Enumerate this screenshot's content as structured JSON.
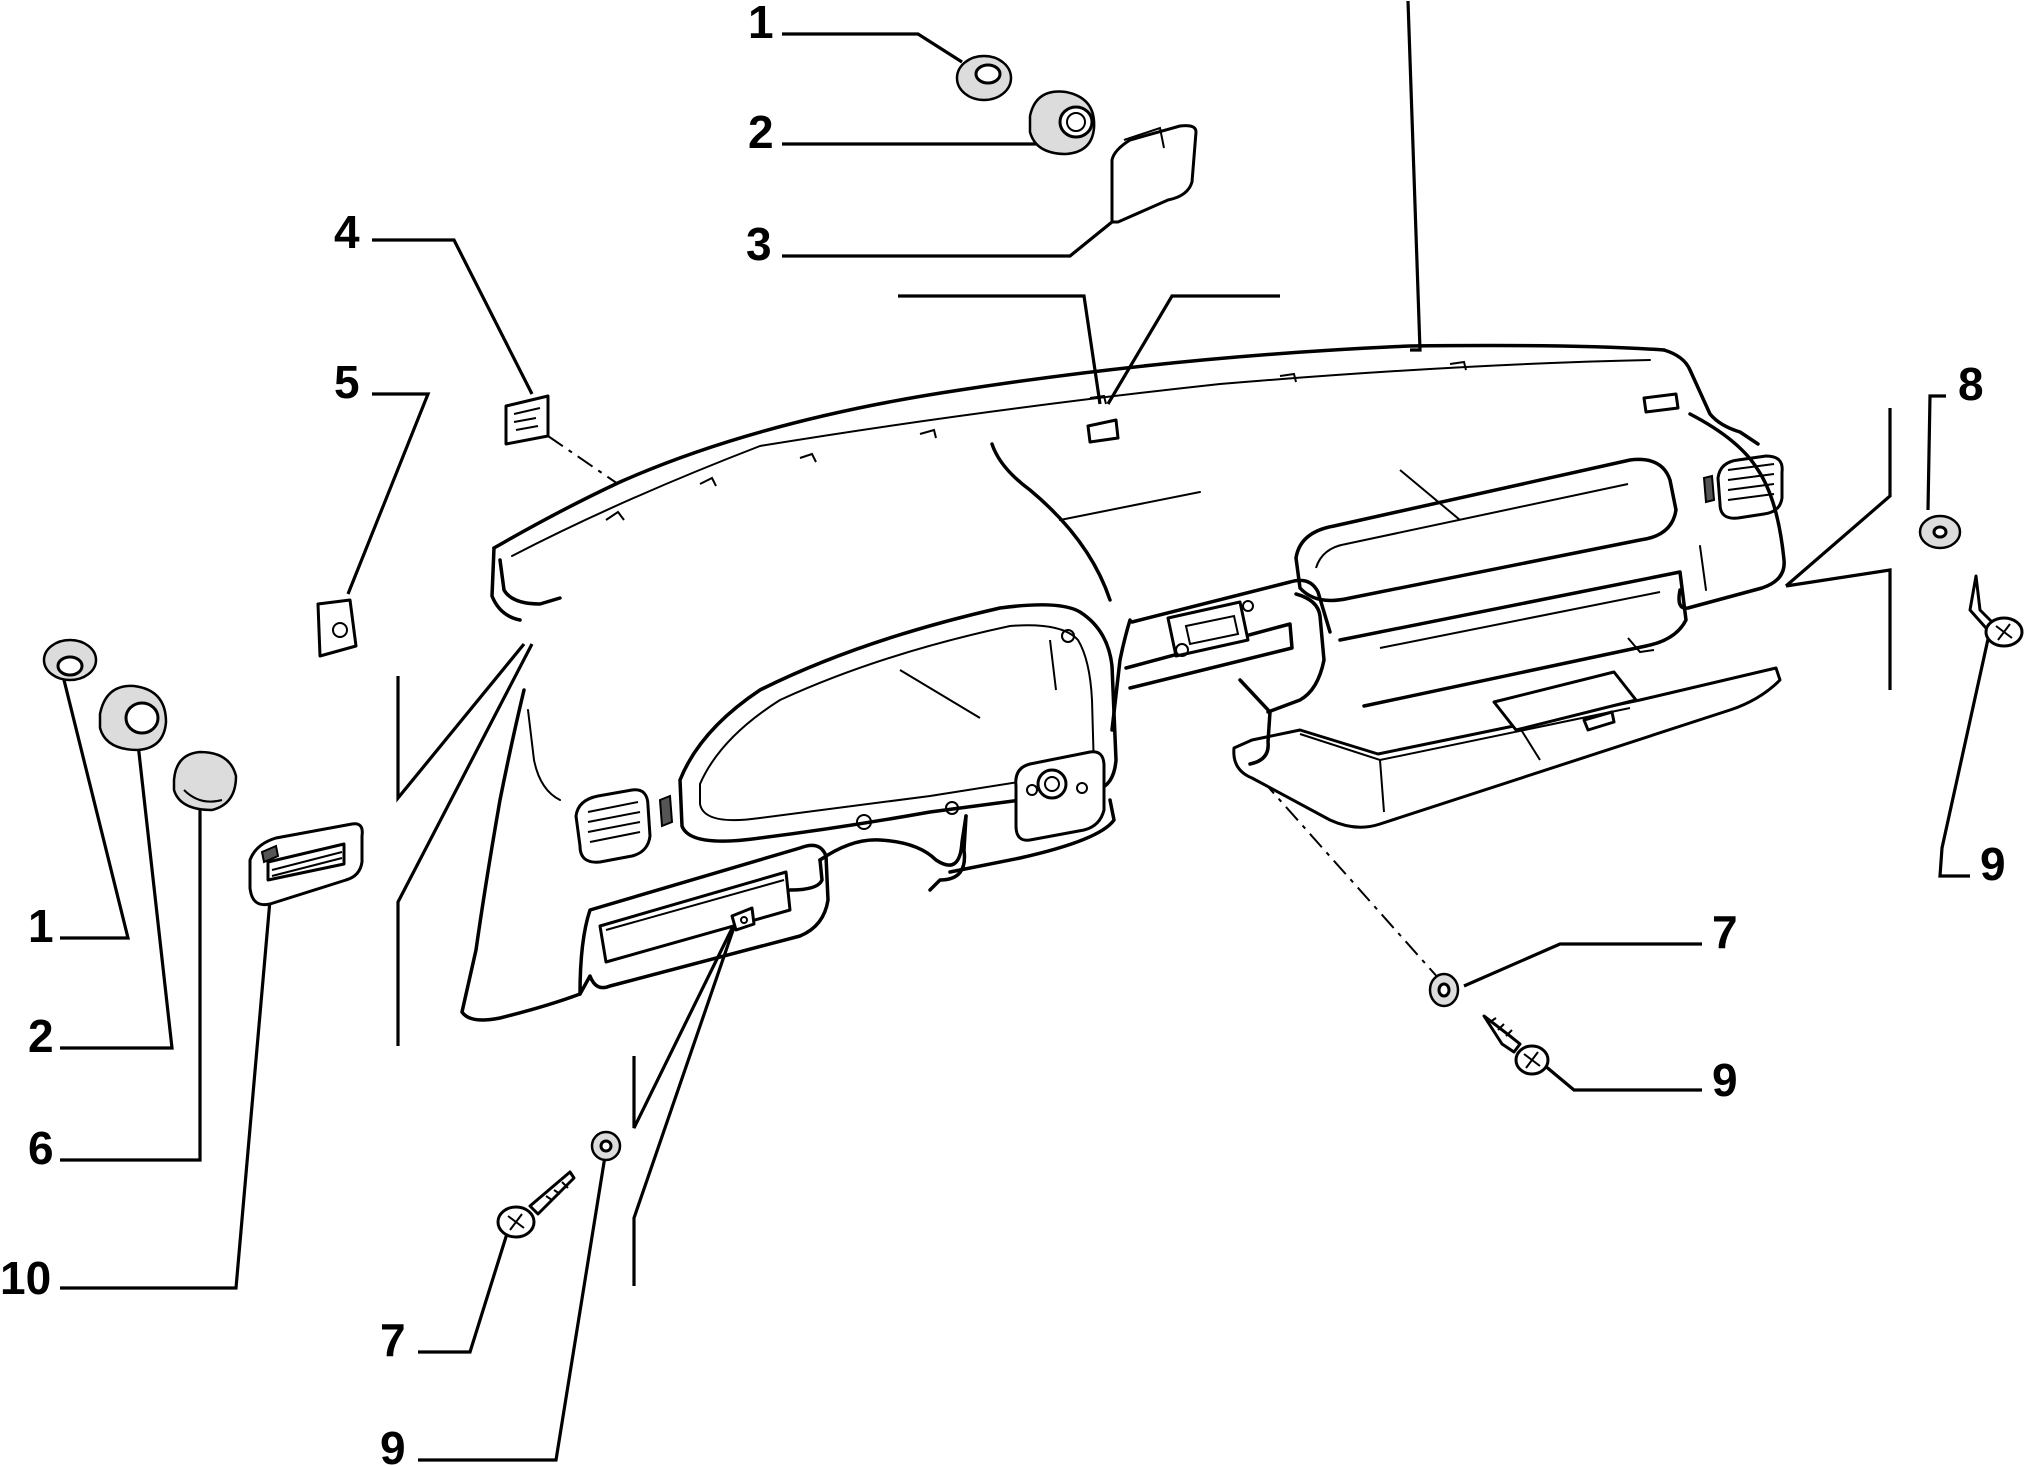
{
  "diagram": {
    "callouts": [
      {
        "id": "c1-top",
        "label": "1"
      },
      {
        "id": "c2-top",
        "label": "2"
      },
      {
        "id": "c3-top",
        "label": "3"
      },
      {
        "id": "c4",
        "label": "4"
      },
      {
        "id": "c5",
        "label": "5"
      },
      {
        "id": "c8",
        "label": "8"
      },
      {
        "id": "c9-right",
        "label": "9"
      },
      {
        "id": "c1-left",
        "label": "1"
      },
      {
        "id": "c2-left",
        "label": "2"
      },
      {
        "id": "c6",
        "label": "6"
      },
      {
        "id": "c10",
        "label": "10"
      },
      {
        "id": "c7-mid",
        "label": "7"
      },
      {
        "id": "c9-mid",
        "label": "9"
      },
      {
        "id": "c7-bottom",
        "label": "7"
      },
      {
        "id": "c9-bottom",
        "label": "9"
      }
    ]
  }
}
